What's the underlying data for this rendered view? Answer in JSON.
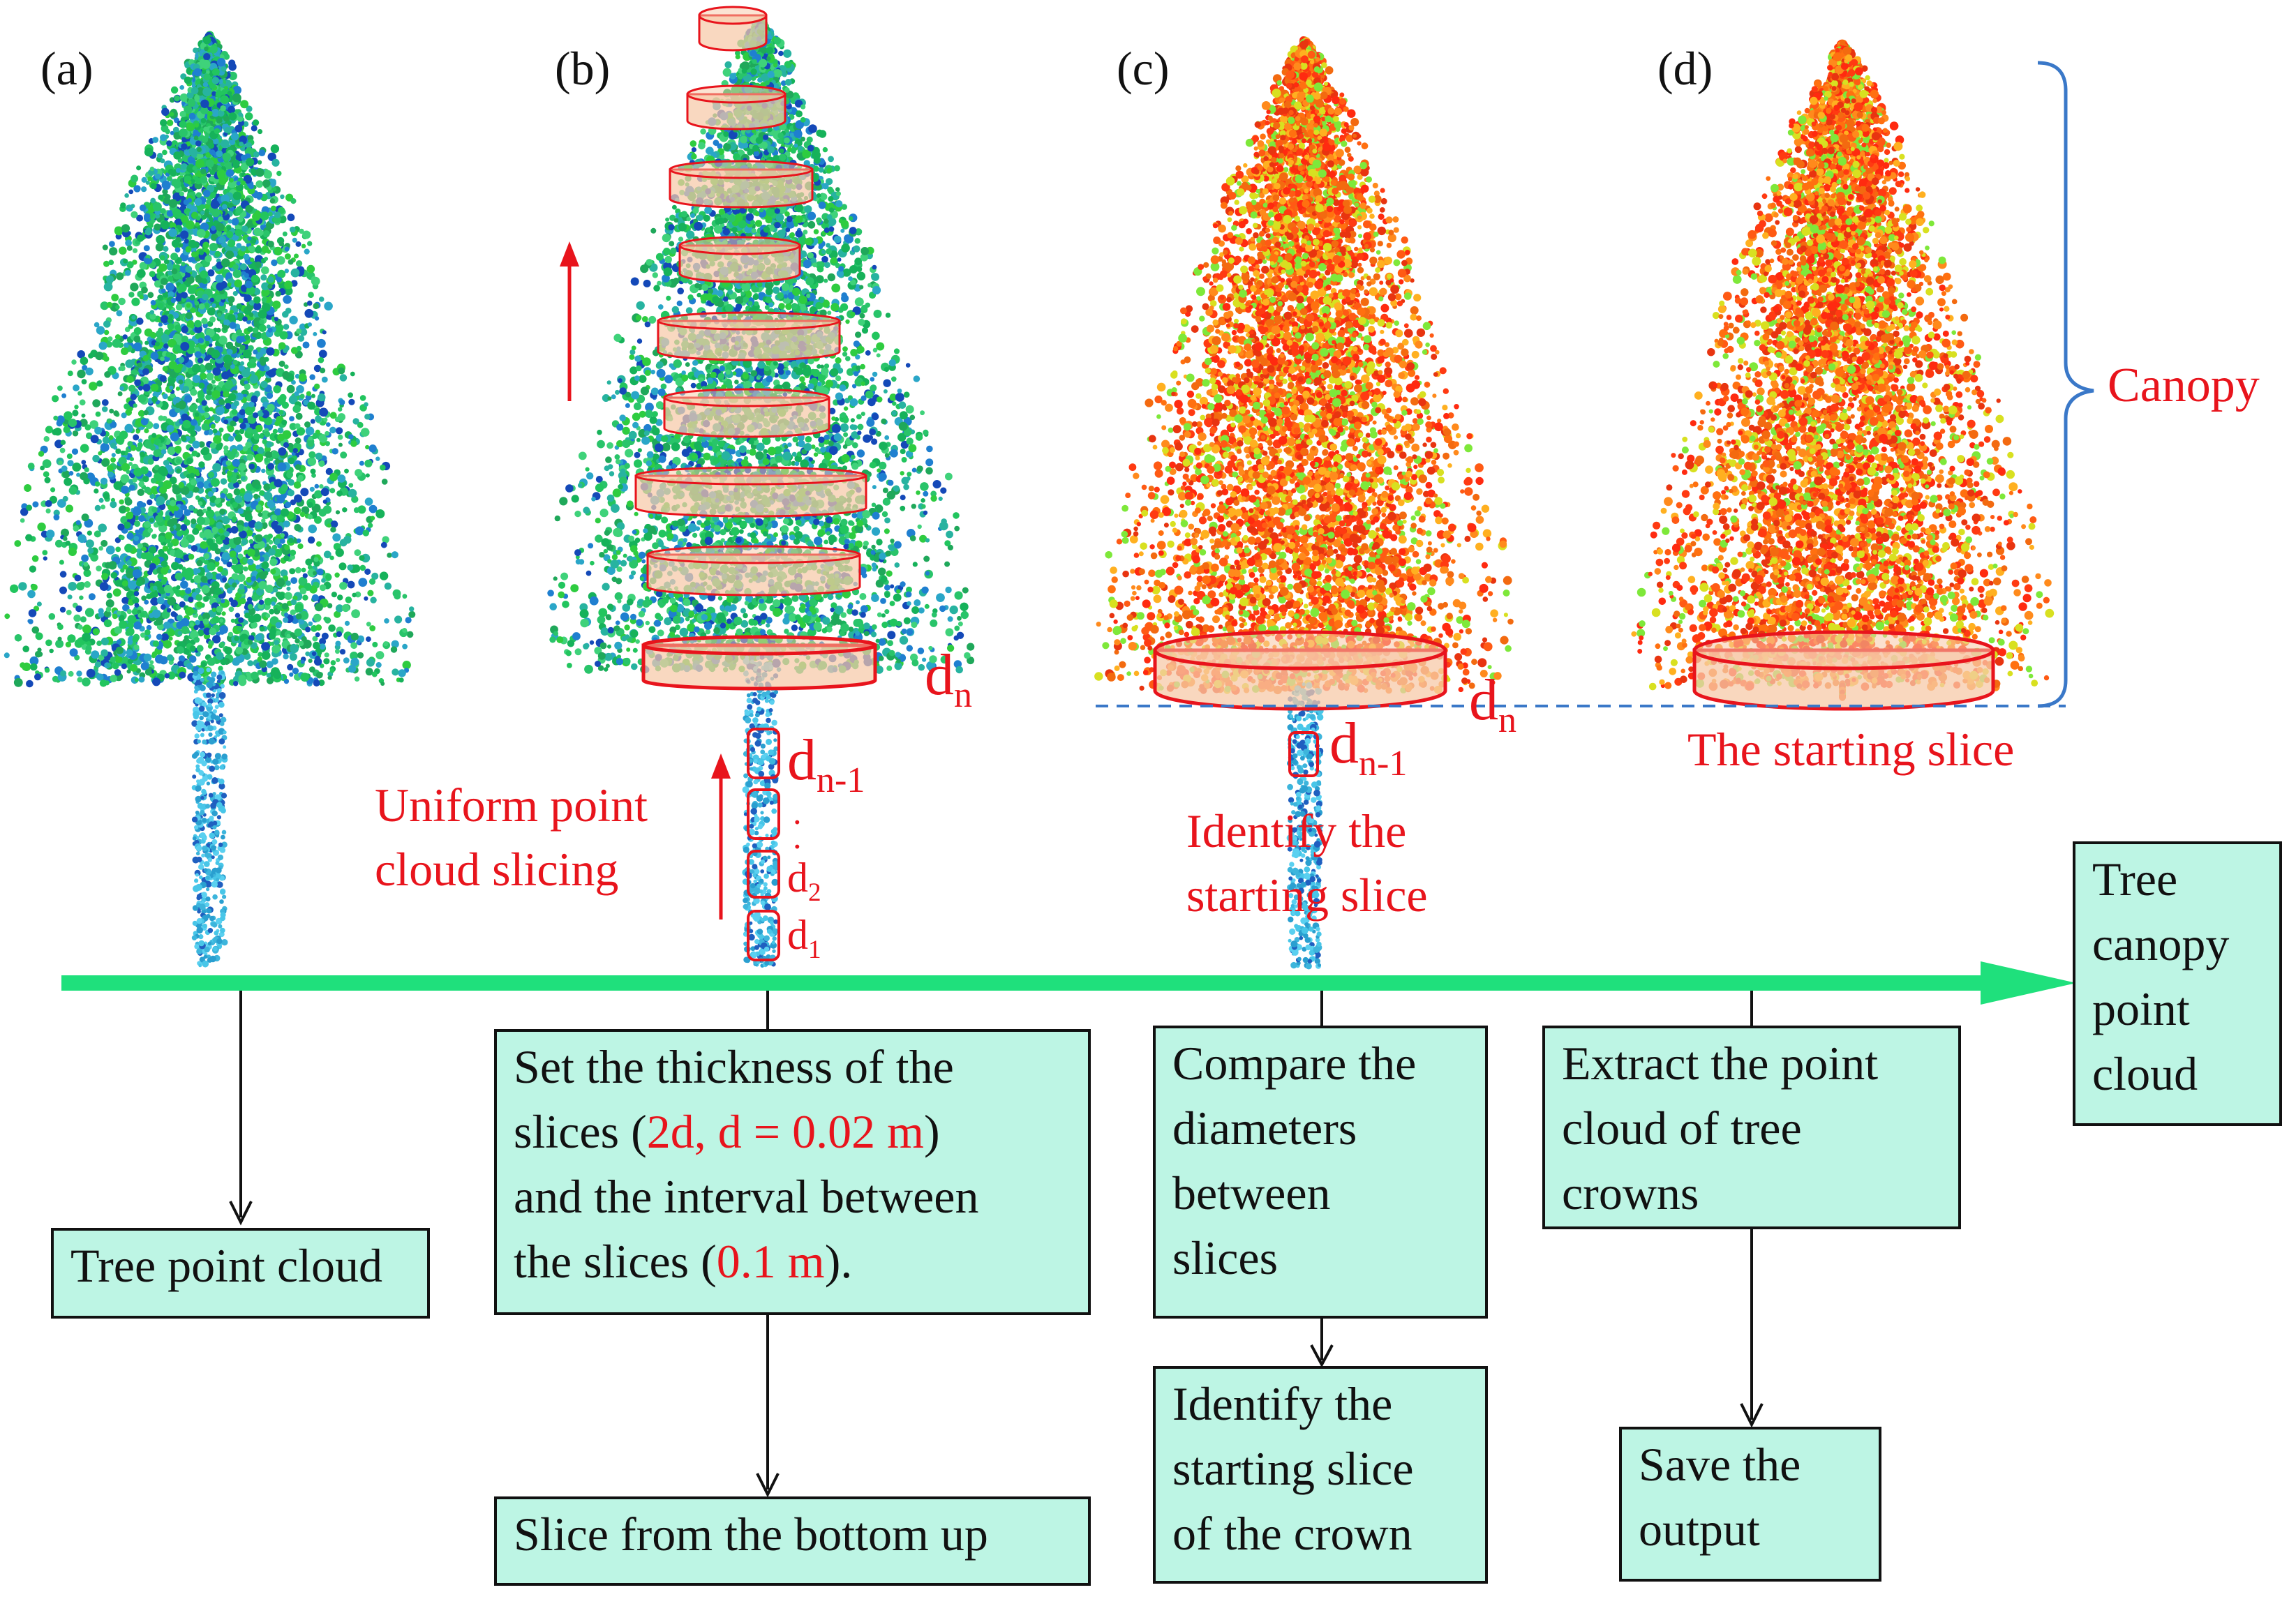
{
  "panels": {
    "a": "(a)",
    "b": "(b)",
    "c": "(c)",
    "d": "(d)"
  },
  "labels": {
    "canopy": "Canopy",
    "uniform_1": "Uniform point",
    "uniform_2": "cloud slicing",
    "identify_1": "Identify the",
    "identify_2": "starting slice",
    "starting_slice": "The starting slice",
    "d": "d",
    "sub_n": "n",
    "sub_n1": "n-1",
    "sub_2": "2",
    "sub_1": "1",
    "dots": "·"
  },
  "boxes": {
    "tree_point_cloud": "Tree point cloud",
    "set_thickness": {
      "l1": "Set the thickness of the",
      "l2a": "slices (",
      "l2b": "2d, d = 0.02 m",
      "l2c": ")",
      "l3": "and the interval between",
      "l4a": "the slices (",
      "l4b": "0.1 m",
      "l4c": ")."
    },
    "slice_bottom_up": "Slice from the bottom up",
    "compare": [
      "Compare the",
      "diameters",
      "between",
      "slices"
    ],
    "identify_crown": [
      "Identify the",
      "starting slice",
      "of the crown"
    ],
    "extract": [
      "Extract the point",
      "cloud of tree",
      "crowns"
    ],
    "save": [
      "Save the",
      "output"
    ],
    "output": [
      "Tree",
      "canopy",
      "point",
      "cloud"
    ]
  },
  "colors": {
    "timeline": "#1fe07c",
    "box_fill": "#bdf5e4",
    "annotation": "#e8141c",
    "bracket": "#3a78c8",
    "slice_fill": "#f7c9a8"
  }
}
